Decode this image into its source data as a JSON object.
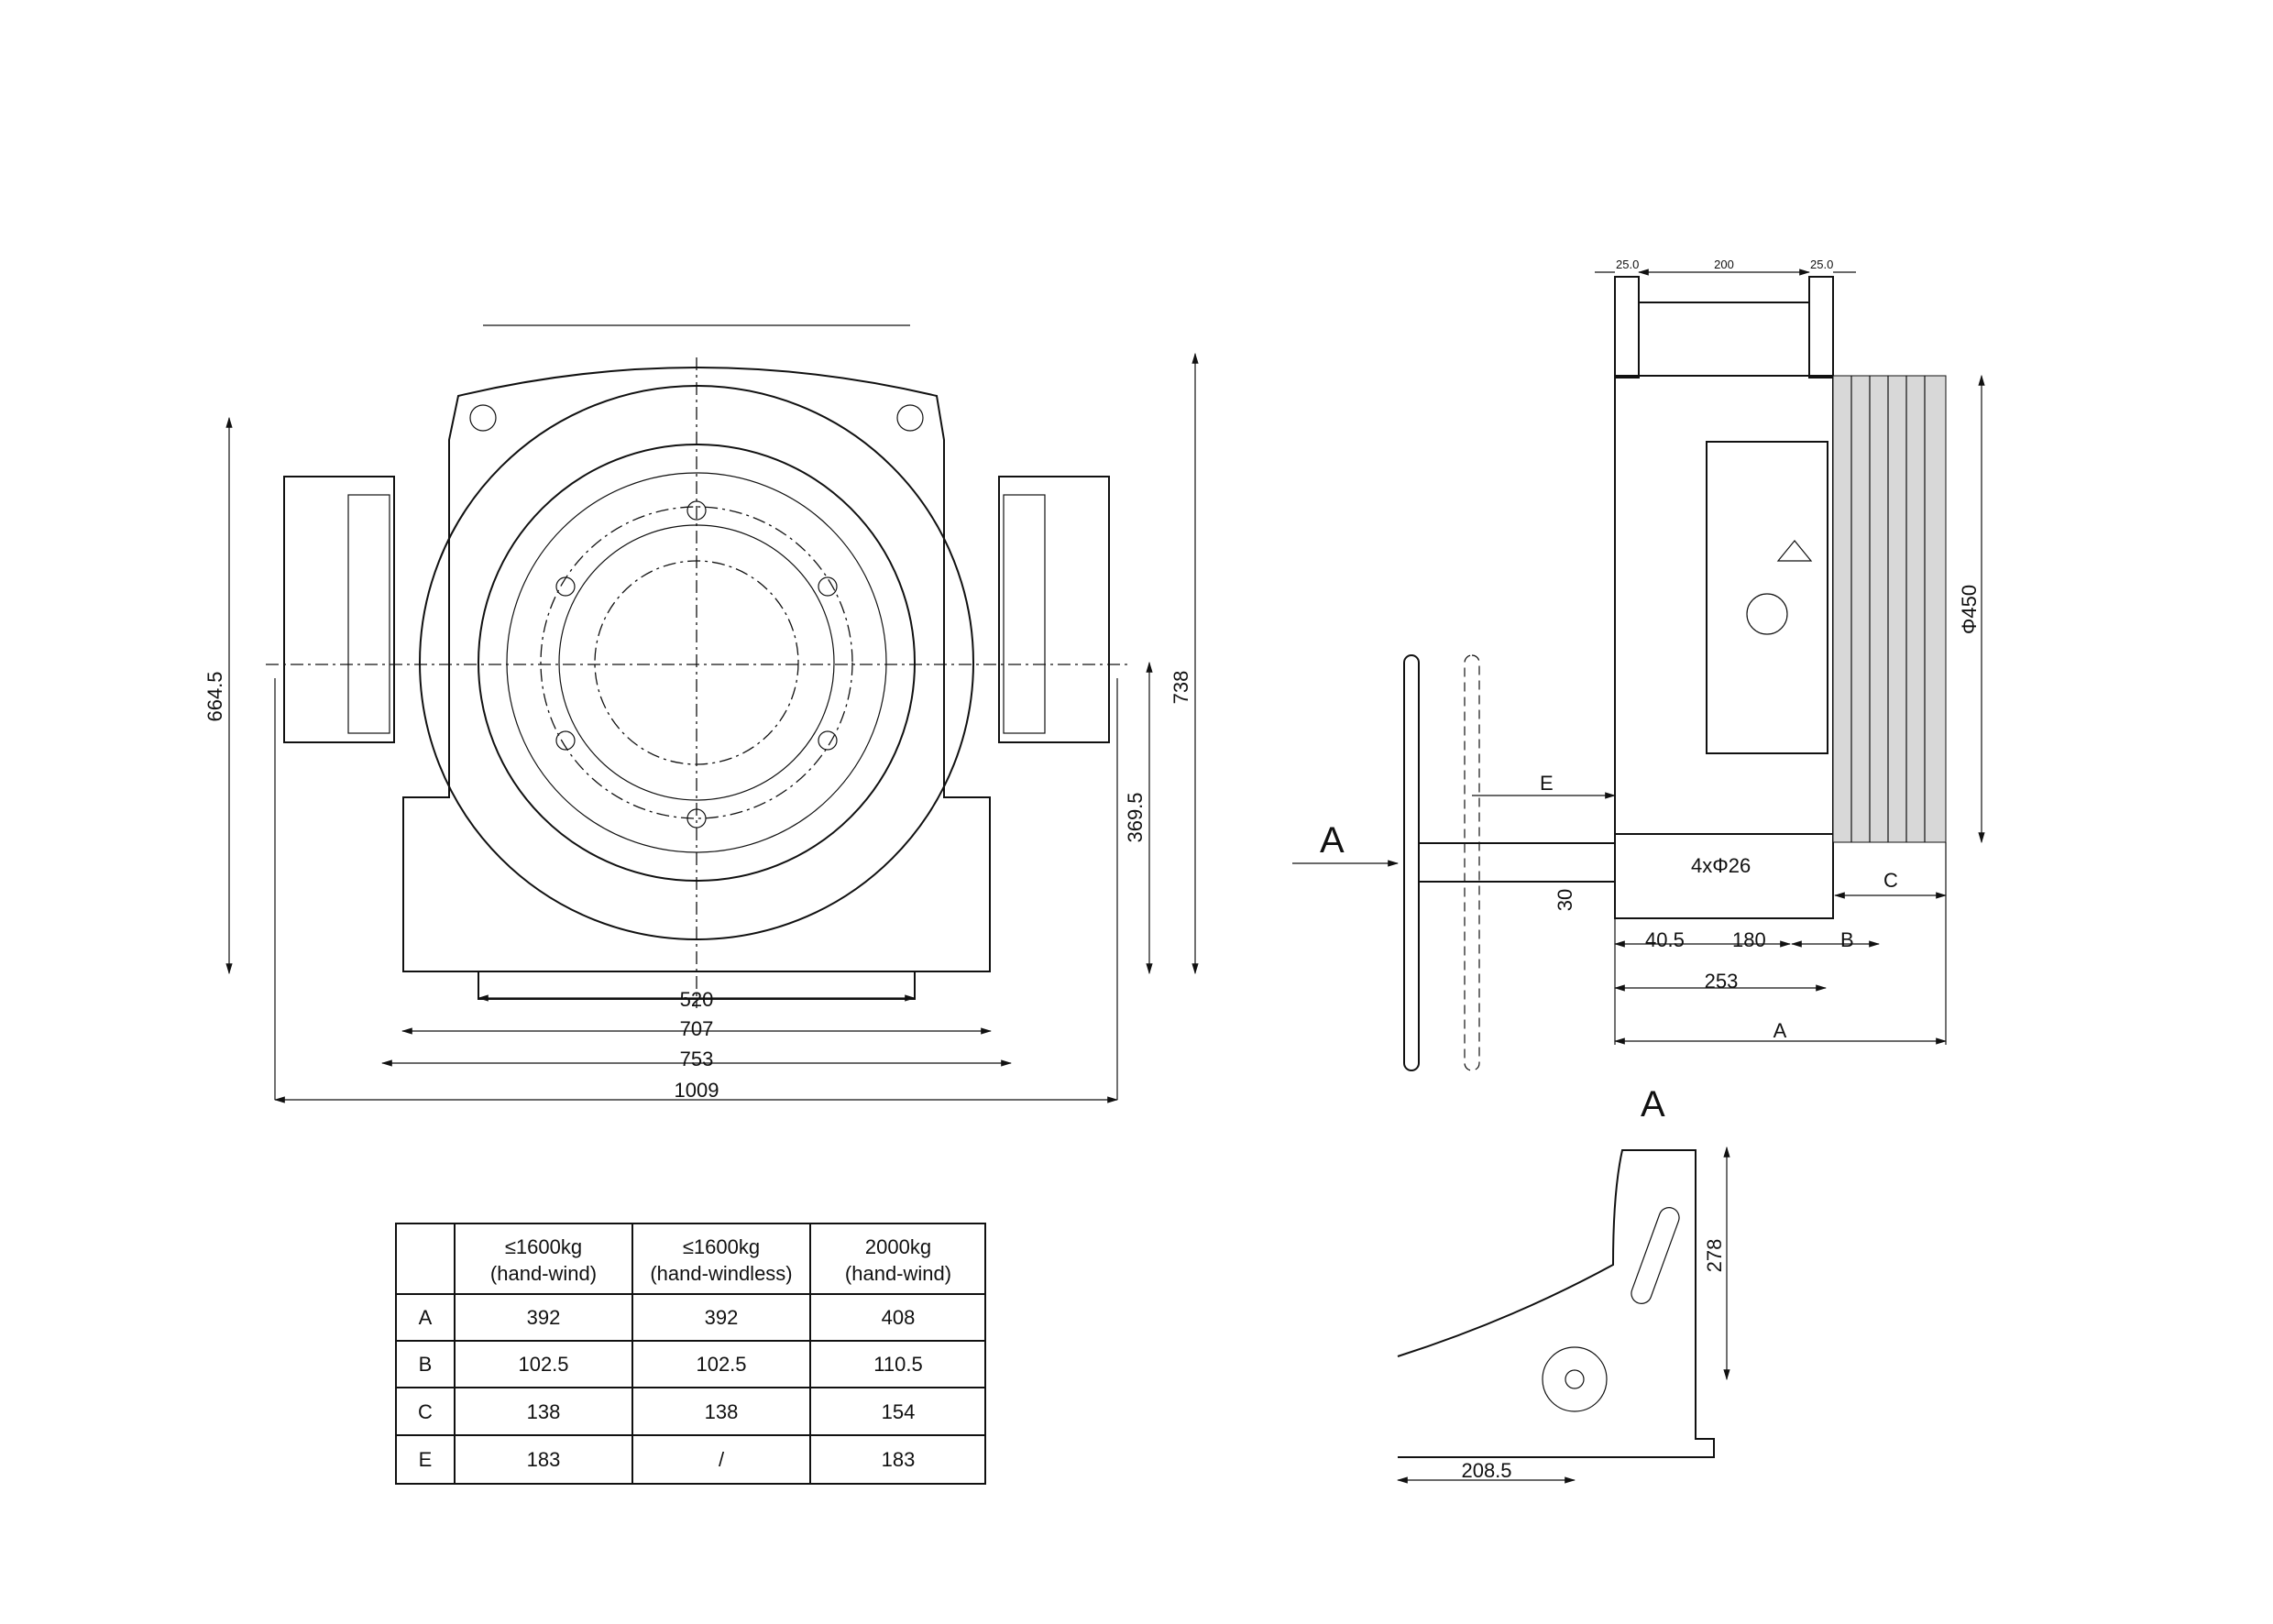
{
  "front_view": {
    "dims": {
      "d520": "520",
      "d707": "707",
      "d753": "753",
      "d1009": "1009",
      "d664_5": "664.5",
      "d738": "738",
      "d369_5": "369.5"
    }
  },
  "side_view": {
    "dims": {
      "top_left": "25.0",
      "top_mid": "200",
      "top_right": "25.0",
      "phi450": "Φ450",
      "E": "E",
      "holes": "4xΦ26",
      "d30": "30",
      "d40_5": "40.5",
      "d180": "180",
      "B": "B",
      "C": "C",
      "d253": "253",
      "A": "A"
    },
    "view_arrow_label": "A"
  },
  "detail_view": {
    "title": "A",
    "d278": "278",
    "d208_5": "208.5"
  },
  "table": {
    "headers": [
      {
        "line1": "",
        "line2": ""
      },
      {
        "line1": "≤1600kg",
        "line2": "(hand-wind)"
      },
      {
        "line1": "≤1600kg",
        "line2": "(hand-windless)"
      },
      {
        "line1": "2000kg",
        "line2": "(hand-wind)"
      }
    ],
    "rows": [
      {
        "label": "A",
        "values": [
          "392",
          "392",
          "408"
        ]
      },
      {
        "label": "B",
        "values": [
          "102.5",
          "102.5",
          "110.5"
        ]
      },
      {
        "label": "C",
        "values": [
          "138",
          "138",
          "154"
        ]
      },
      {
        "label": "E",
        "values": [
          "183",
          "/",
          "183"
        ]
      }
    ]
  }
}
